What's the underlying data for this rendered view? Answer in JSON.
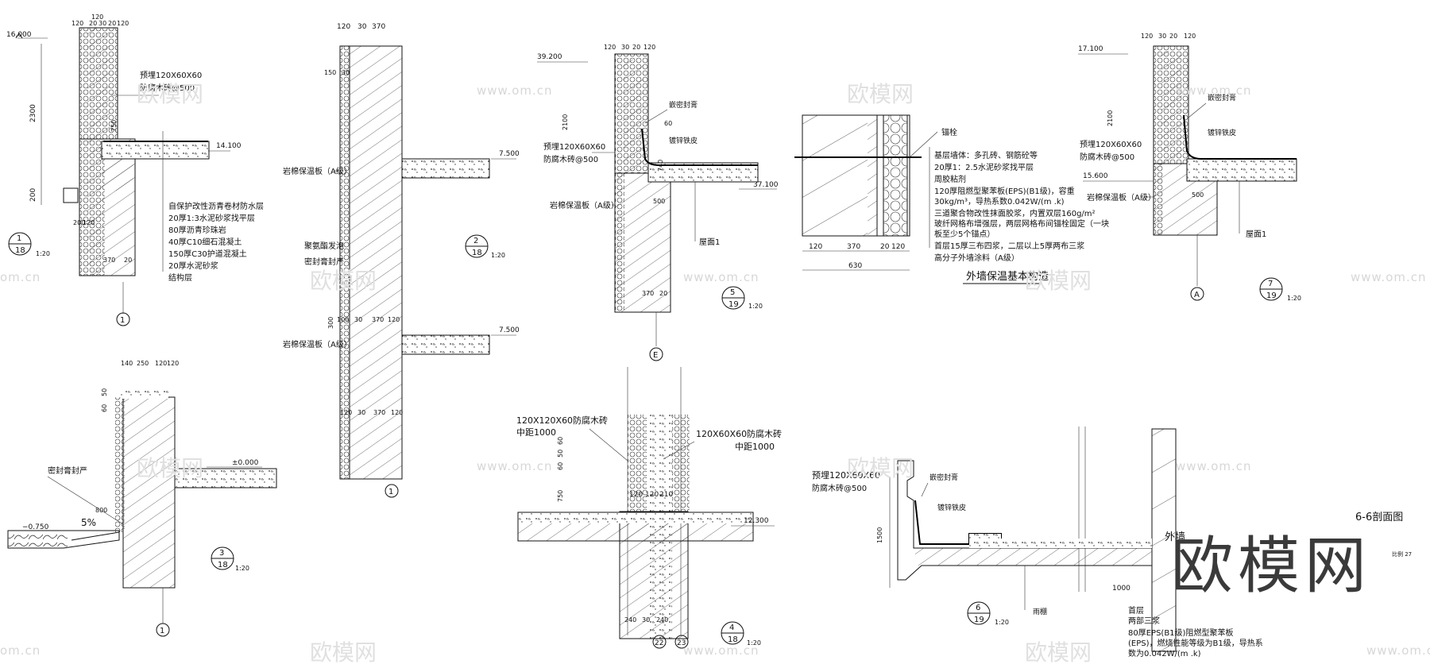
{
  "watermarks": {
    "url": "www.om.cn",
    "url_partial": "om.cn",
    "brand": "欧模网"
  },
  "brand_logo": "欧模网",
  "section_title": "6-6剖面图",
  "section_note": "比例 27",
  "detail_1": {
    "elev_top": "16.000",
    "elev_floor": "14.100",
    "dims_top": [
      "120",
      "20",
      "30",
      "20",
      "120"
    ],
    "dim_120_top": "120",
    "vert_dims": [
      "2300",
      "200",
      "750"
    ],
    "dim_200": "200",
    "dim_120_left": "120",
    "brick_label": "预埋120X60X60",
    "brick_label2": "防腐木砖@500",
    "layers": [
      "自保护改性沥青卷材防水层",
      "20厚1:3水泥砂浆找平层",
      "80厚沥青珍珠岩",
      "40厚C10细石混凝土",
      "150厚C30护道混凝土",
      "20厚水泥砂浆",
      "结构层"
    ],
    "dim_370": "370",
    "dim_20": "20",
    "circ_top": "1",
    "circ_bot": "18",
    "scale": "1:20",
    "axis": "1"
  },
  "detail_2": {
    "dims_top": [
      "120",
      "30",
      "370"
    ],
    "dim_150": "150",
    "dim_30": "30",
    "elev_a": "7.500",
    "elev_b": "7.500",
    "label_board": "岩棉保温板（A级）",
    "label_board2": "岩棉保温板（A级）",
    "label_foam": "聚氨酯发泡",
    "label_seal": "密封膏封严",
    "dim_300": "300",
    "dim_100": "100",
    "dims_mid": [
      "30",
      "370",
      "120"
    ],
    "dims_low": [
      "120",
      "30",
      "370",
      "120"
    ],
    "circ_top": "2",
    "circ_bot": "18",
    "scale": "1:20",
    "axis": "1"
  },
  "detail_3": {
    "dims_top": [
      "140",
      "250",
      "120",
      "120"
    ],
    "dims_side": [
      "50",
      "50",
      "60"
    ],
    "elev_0": "±0.000",
    "elev_m": "−0.750",
    "label_seal": "密封膏封严",
    "dim_800": "800",
    "slope": "5%",
    "circ_top": "3",
    "circ_bot": "18",
    "scale": "1:20",
    "axis": "1"
  },
  "detail_5": {
    "elev": "39.200",
    "elev_b": "37.100",
    "dims_top": [
      "120",
      "30",
      "20",
      "120"
    ],
    "dim_2100": "2100",
    "label_seal": "嵌密封膏",
    "label_zinc": "镀锌铁皮",
    "label_brick": "预埋120X60X60",
    "label_brick2": "防腐木砖@500",
    "label_board": "岩棉保温板（A级）",
    "label_roof": "屋面1",
    "dim_60": "60",
    "dim_740": "740",
    "dim_500": "500",
    "dim_370": "370",
    "dim_20": "20",
    "circ_top": "5",
    "circ_bot": "19",
    "scale": "1:20",
    "axis": "E"
  },
  "detail_wall": {
    "title": "外墙保温基本构造",
    "label_anchor": "锚栓",
    "layers": [
      "基层墙体：多孔砖、钢筋砼等",
      "20厚1：2.5水泥砂浆找平层",
      "周胶粘剂",
      "120厚阻燃型聚苯板(EPS)(B1级)，容重",
      "30kg/m³，导热系数0.042W/(m .k)",
      "三道聚合物改性抹面胶浆，内置双层160g/m²",
      "玻纤网格布增强层，两层网格布间锚栓固定（一块",
      "板至少5个锚点）",
      "首层15厚三布四浆，二层以上5厚两布三浆",
      "高分子外墙涂料（A级）"
    ],
    "dims": [
      "120",
      "370",
      "20",
      "120"
    ],
    "dim_total": "630"
  },
  "detail_7": {
    "elev": "17.100",
    "elev_b": "15.600",
    "dims_top": [
      "120",
      "30",
      "20",
      "120"
    ],
    "dim_2100": "2100",
    "label_seal": "嵌密封膏",
    "label_zinc": "镀锌铁皮",
    "label_brick": "预埋120X60X60",
    "label_brick2": "防腐木砖@500",
    "label_board": "岩棉保温板（A级）",
    "label_roof": "屋面1",
    "dim_500": "500",
    "circ_top": "7",
    "circ_bot": "19",
    "scale": "1:20",
    "axis": "A"
  },
  "detail_4": {
    "label_left": "120X120X60防腐木砖",
    "label_left2": "中距1000",
    "label_right": "120X60X60防腐木砖",
    "label_right2": "中距1000",
    "dims_side": [
      "60",
      "50",
      "60",
      "750"
    ],
    "dims_mid": [
      "120",
      "120",
      "210"
    ],
    "dims_bot": [
      "240",
      "30",
      "240"
    ],
    "elev": "12.300",
    "circ_top": "4",
    "circ_bot": "18",
    "scale": "1:20",
    "axis_a": "22",
    "axis_b": "23"
  },
  "detail_6": {
    "label_brick": "预埋120X60X60",
    "label_brick2": "防腐木砖@500",
    "label_seal": "嵌密封膏",
    "label_zinc": "镀锌铁皮",
    "dim_1500": "1500",
    "dim_1000": "1000",
    "label_gutter": "雨棚",
    "label_ext": "外墙",
    "notes": [
      "首层",
      "两部三浆",
      "80厚EPS(B1级)阻燃型聚苯板",
      "(EPS)，燃烧性能等级为B1级，导热系",
      "数为0.042W/(m .k)"
    ],
    "circ_top": "6",
    "circ_bot": "19",
    "scale": "1:20"
  }
}
